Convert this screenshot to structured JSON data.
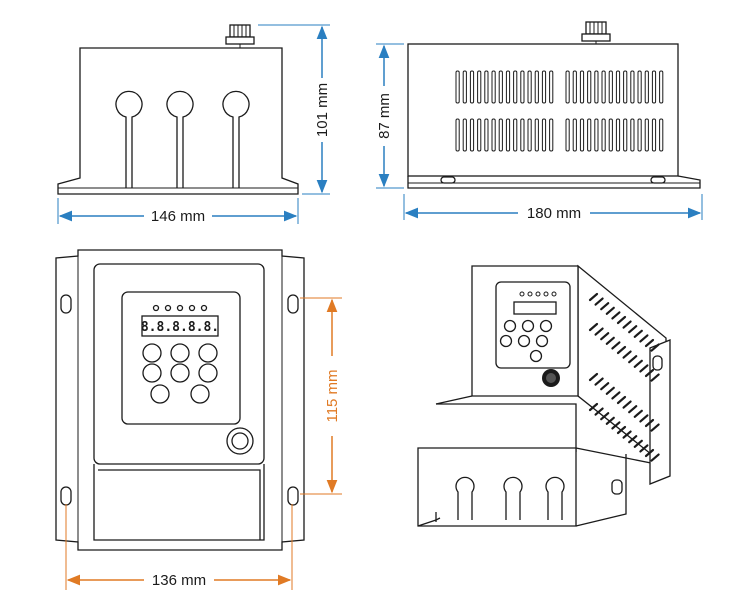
{
  "colors": {
    "dimension_blue": "#2a7fc1",
    "dimension_orange": "#e07a24",
    "outline": "#1b1b1b",
    "background": "#ffffff"
  },
  "dimensions": {
    "front_height": "101 mm",
    "front_width": "146 mm",
    "side_height": "87 mm",
    "side_width": "180 mm",
    "panel_height": "115 mm",
    "panel_width": "136 mm"
  },
  "keypad_display": "8.8.8.8.8."
}
